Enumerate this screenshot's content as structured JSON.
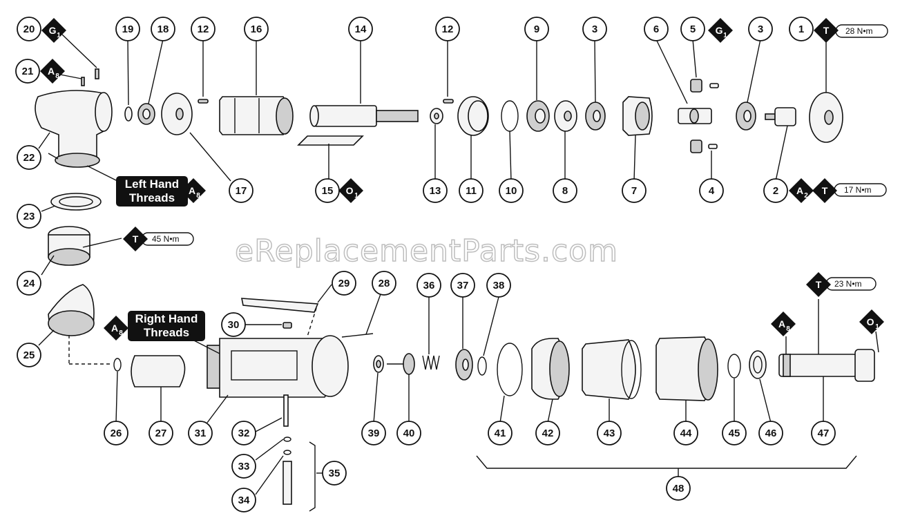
{
  "watermark": "eReplacementParts.com",
  "callouts": {
    "left_hand": [
      "Left Hand",
      "Threads"
    ],
    "right_hand": [
      "Right Hand",
      "Threads"
    ]
  },
  "torque_values": {
    "part_1": "28 N•m",
    "part_2": "17 N•m",
    "part_24": "45 N•m",
    "part_47": "23 N•m"
  },
  "part_numbers": [
    "1",
    "2",
    "3",
    "3",
    "4",
    "5",
    "6",
    "7",
    "8",
    "9",
    "10",
    "11",
    "12",
    "12",
    "13",
    "14",
    "15",
    "16",
    "17",
    "18",
    "19",
    "20",
    "21",
    "22",
    "23",
    "24",
    "25",
    "26",
    "27",
    "28",
    "29",
    "30",
    "31",
    "32",
    "33",
    "34",
    "35",
    "36",
    "37",
    "38",
    "39",
    "40",
    "41",
    "42",
    "43",
    "44",
    "45",
    "46",
    "47",
    "48"
  ],
  "symbols": [
    {
      "letter": "T",
      "sub": ""
    },
    {
      "letter": "G",
      "sub": "1"
    },
    {
      "letter": "A",
      "sub": "8"
    },
    {
      "letter": "O",
      "sub": "1"
    },
    {
      "letter": "A",
      "sub": "2"
    }
  ],
  "colors": {
    "ink": "#111111",
    "paper": "#ffffff",
    "watermark": "#bdbdbd"
  }
}
